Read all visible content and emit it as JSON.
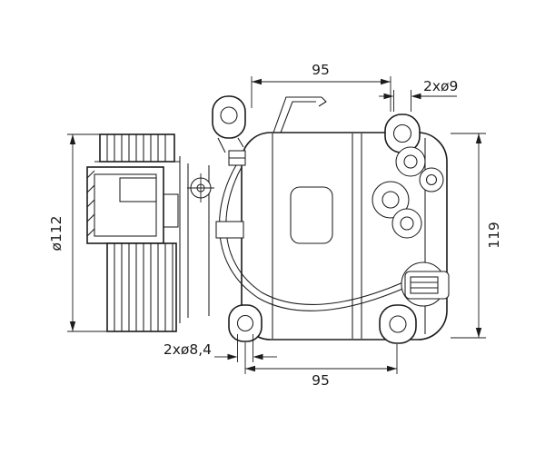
{
  "drawing": {
    "colors": {
      "line": "#1c1c1c",
      "background": "#ffffff"
    },
    "dimensions": {
      "top_width": "95",
      "top_hole_diameter": "2xø9",
      "pulley_diameter": "ø112",
      "body_height": "119",
      "bottom_hole_diameter": "2xø8,4",
      "bottom_width": "95"
    }
  }
}
